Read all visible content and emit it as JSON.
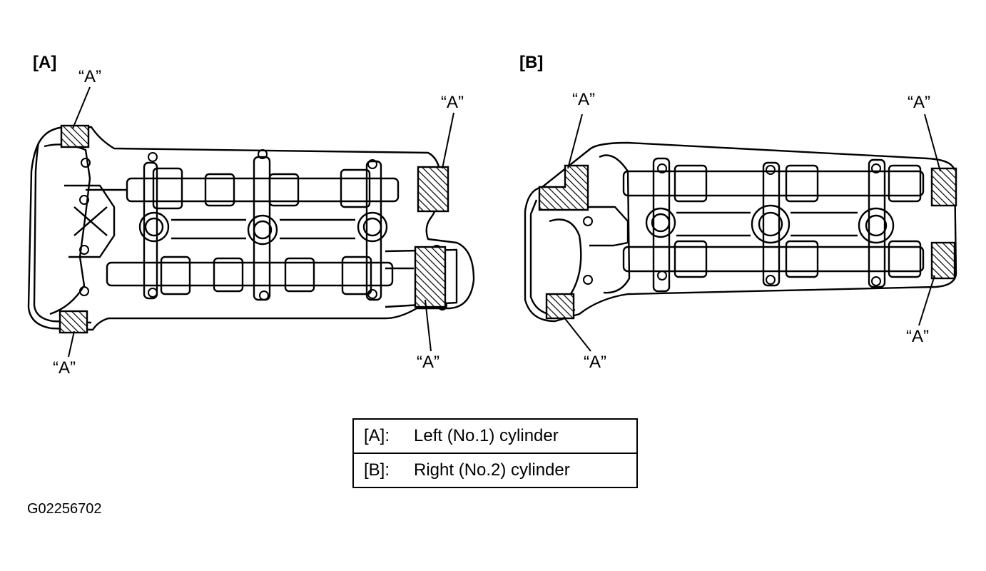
{
  "panels": {
    "a": {
      "tag": "[A]",
      "callouts": [
        "“A”",
        "“A”",
        "“A”",
        "“A”"
      ]
    },
    "b": {
      "tag": "[B]",
      "callouts": [
        "“A”",
        "“A”",
        "“A”",
        "“A”"
      ]
    }
  },
  "legend": [
    {
      "key": "[A]:",
      "text": "Left (No.1) cylinder"
    },
    {
      "key": "[B]:",
      "text": "Right (No.2) cylinder"
    }
  ],
  "figure_code": "G02256702"
}
